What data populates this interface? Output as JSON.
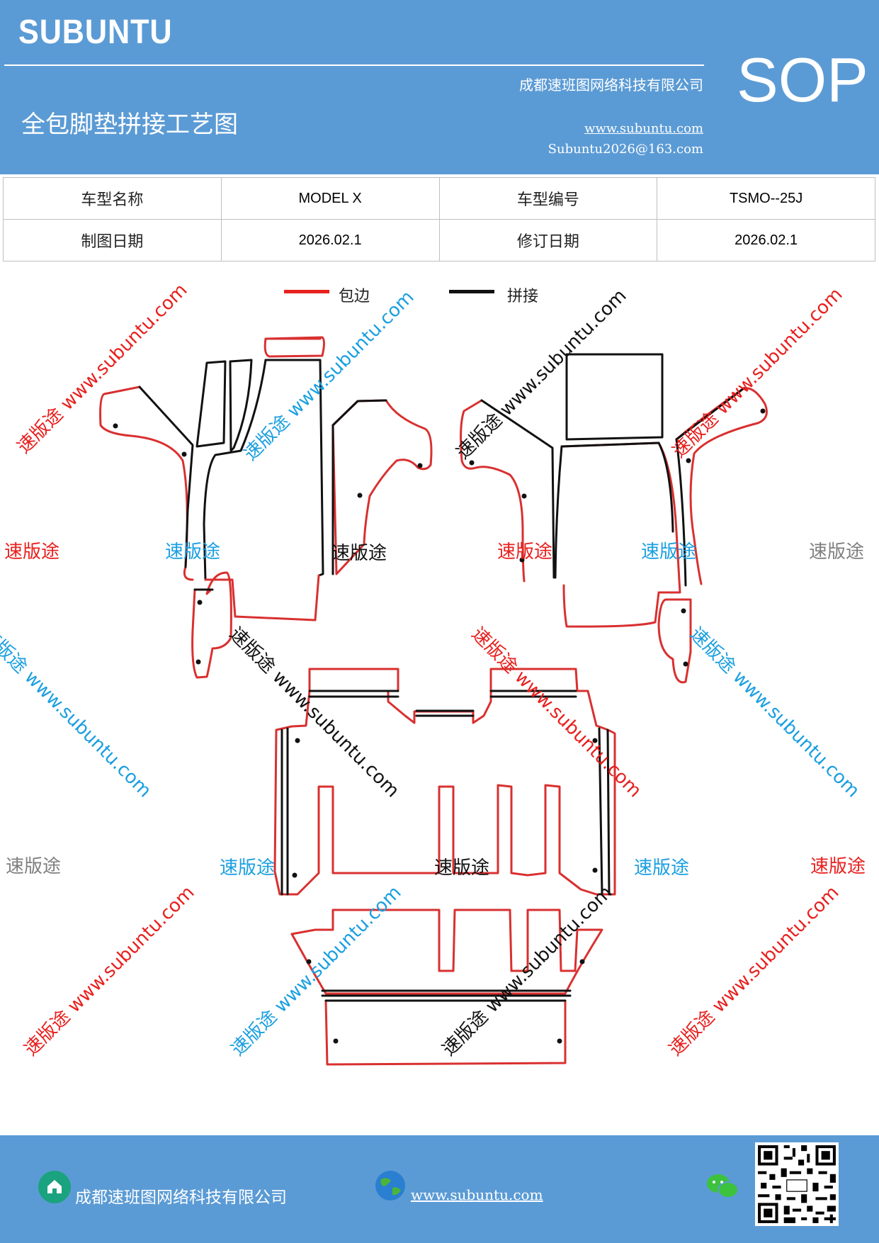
{
  "header": {
    "brand": "SUBUNTU",
    "company": "成都速班图网络科技有限公司",
    "title": "全包脚垫拼接工艺图",
    "website": "www.subuntu.com",
    "email": "Subuntu2026@163.com",
    "badge": "SOP"
  },
  "info_table": {
    "rows": [
      {
        "label1": "车型名称",
        "value1": "MODEL X",
        "label2": "车型编号",
        "value2": "TSMO--25J"
      },
      {
        "label1": "制图日期",
        "value1": "2026.02.1",
        "label2": "修订日期",
        "value2": "2026.02.1"
      }
    ]
  },
  "legend": {
    "items": [
      {
        "label": "包边",
        "color": "#e8201e"
      },
      {
        "label": "拼接",
        "color": "#111111"
      }
    ]
  },
  "watermark": {
    "brand": "速版途",
    "diagonal": "速版途 www.subuntu.com",
    "colors": [
      "#e8201e",
      "#1a9fe0",
      "#111111",
      "#7f7f7f"
    ]
  },
  "footer": {
    "company": "成都速班图网络科技有限公司",
    "website": "www.subuntu.com",
    "icons": [
      "house-icon",
      "globe-icon",
      "wechat-icon",
      "qr-code"
    ]
  }
}
